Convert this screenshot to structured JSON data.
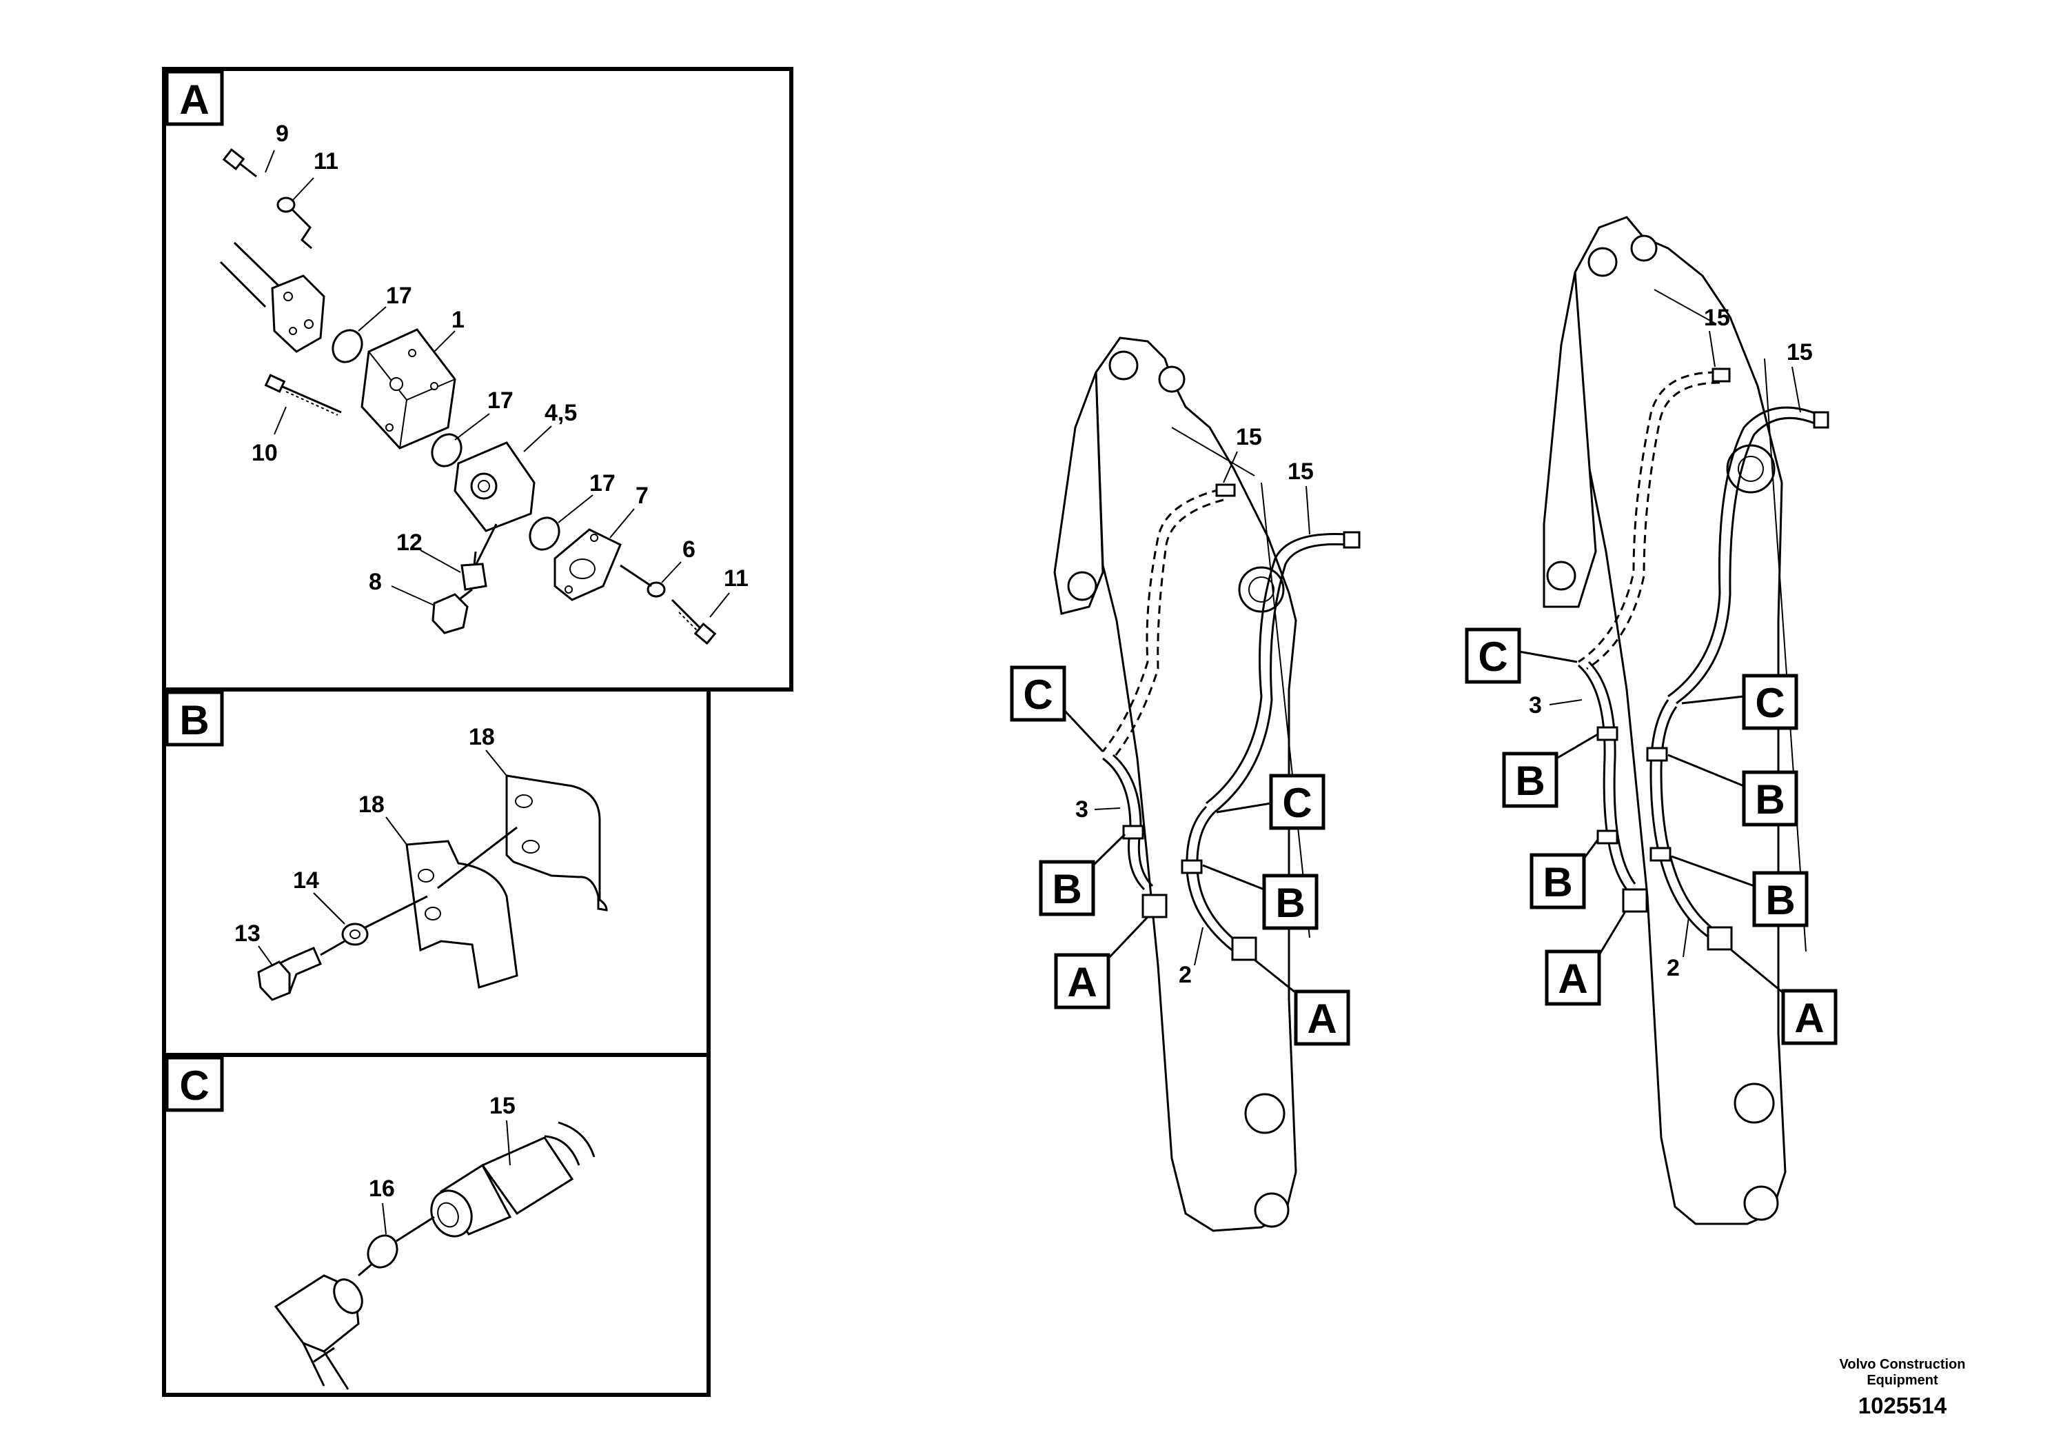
{
  "panels": {
    "A": {
      "label": "A",
      "parts": [
        "9",
        "11",
        "17",
        "1",
        "10",
        "17",
        "4,5",
        "17",
        "7",
        "6",
        "11",
        "12",
        "8"
      ]
    },
    "B": {
      "label": "B",
      "parts": [
        "18",
        "18",
        "14",
        "13"
      ]
    },
    "C": {
      "label": "C",
      "parts": [
        "15",
        "16"
      ]
    }
  },
  "boom_left": {
    "callouts": [
      "15",
      "15",
      "3",
      "2"
    ],
    "detail_tags": [
      "C",
      "C",
      "B",
      "B",
      "A",
      "A"
    ]
  },
  "boom_right": {
    "callouts": [
      "15",
      "15",
      "3",
      "2"
    ],
    "detail_tags": [
      "C",
      "C",
      "B",
      "B",
      "A",
      "A"
    ]
  },
  "footer": {
    "company_line1": "Volvo Construction",
    "company_line2": "Equipment",
    "document_number": "1025514"
  }
}
